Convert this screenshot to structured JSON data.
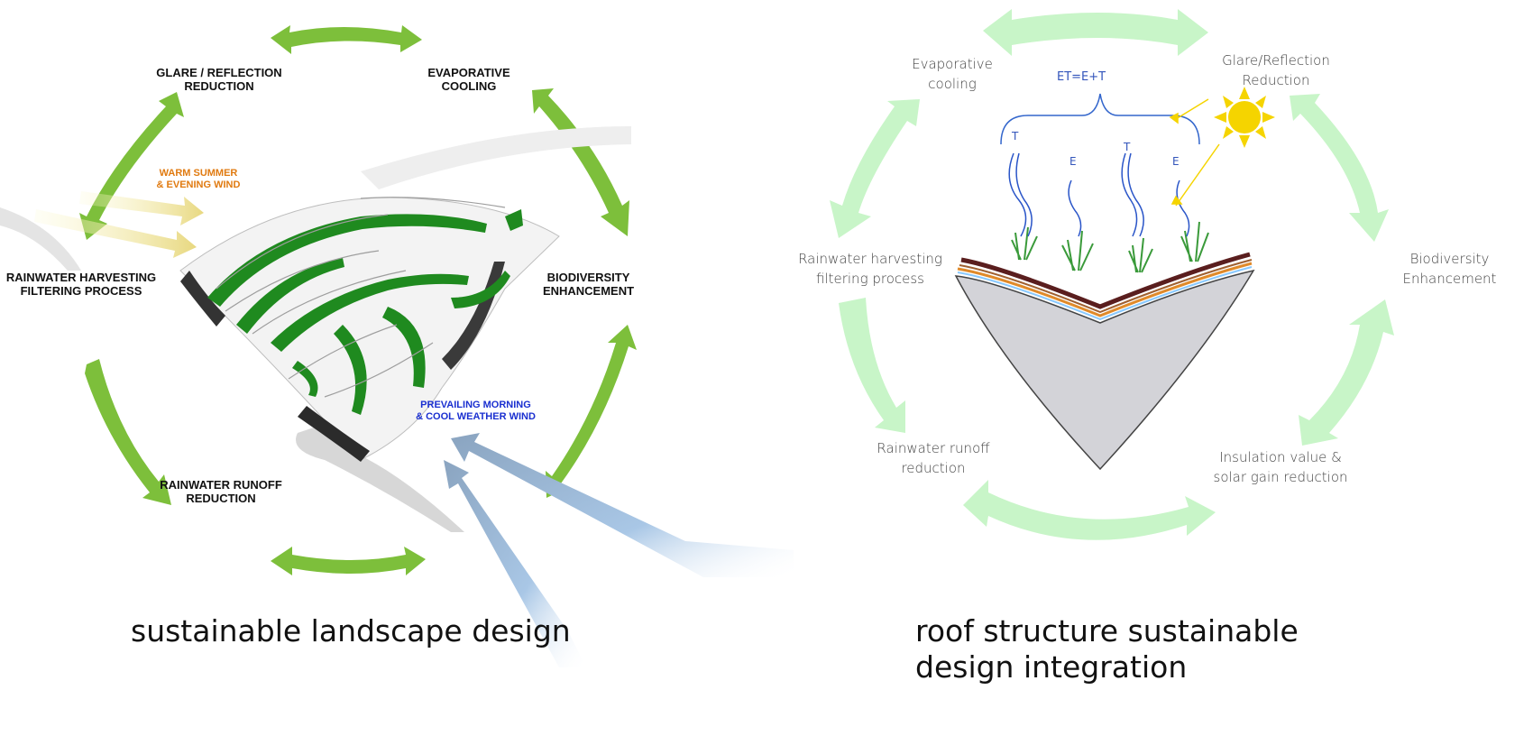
{
  "left": {
    "labels": {
      "glare": "GLARE / REFLECTION\nREDUCTION",
      "evaporative": "EVAPORATIVE\nCOOLING",
      "rainwater_harvesting": "RAINWATER HARVESTING\nFILTERING PROCESS",
      "biodiversity": "BIODIVERSITY\nENHANCEMENT",
      "rainwater_runoff": "RAINWATER RUNOFF\nREDUCTION"
    },
    "wind_labels": {
      "warm": "WARM SUMMER\n& EVENING WIND",
      "prevailing": "PREVAILING MORNING\n& COOL WEATHER WIND"
    },
    "caption": "sustainable landscape design",
    "colors": {
      "cycle_arrow": "#7dbf3b",
      "green_strip": "#1f8a1f",
      "warm_wind": "#e07a10",
      "cool_wind": "#1a2fd0"
    }
  },
  "right": {
    "labels": {
      "evaporative": "Evaporative\ncooling",
      "glare": "Glare/Reflection\nReduction",
      "rainwater_harvesting": "Rainwater harvesting\nfiltering process",
      "biodiversity": "Biodiversity\nEnhancement",
      "rainwater_runoff": "Rainwater runoff\nreduction",
      "insulation": "Insulation value &\nsolar gain reduction"
    },
    "formula": "ET=E+T",
    "letters": {
      "t1": "T",
      "e1": "E",
      "t2": "T",
      "e2": "E"
    },
    "caption": "roof structure sustainable\ndesign integration",
    "colors": {
      "cycle_arrow": "#c8f5c8",
      "sun": "#f5d400",
      "roof_fill": "#d3d3d8",
      "formula": "#3366cc"
    }
  }
}
